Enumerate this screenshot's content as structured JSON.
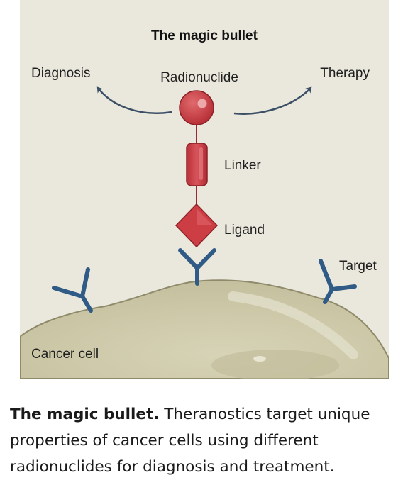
{
  "figure": {
    "title": "The magic bullet",
    "labels": {
      "diagnosis": "Diagnosis",
      "radionuclide": "Radionuclide",
      "therapy": "Therapy",
      "linker": "Linker",
      "ligand": "Ligand",
      "target": "Target",
      "cancer_cell": "Cancer cell"
    },
    "colors": {
      "background": "#eae8dc",
      "cell": "#cdc9a9",
      "receptor": "#2f5b86",
      "molecule": "#c8353c",
      "arrow": "#3b4f66"
    }
  },
  "caption": {
    "lead": "The magic bullet.",
    "text": " Theranostics target unique properties of cancer cells using different radionuclides for diagnosis and treatment."
  }
}
